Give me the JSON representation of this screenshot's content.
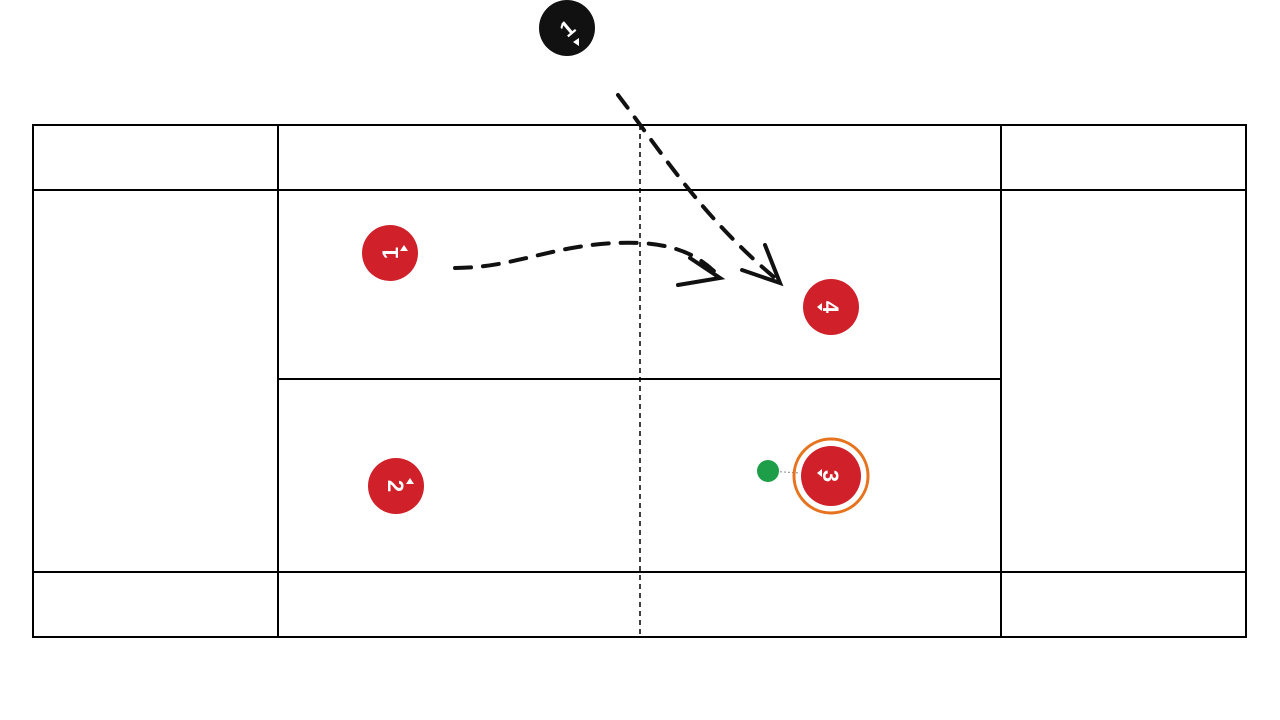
{
  "diagram": {
    "type": "tennis-court-play",
    "colors": {
      "player": "#d0202a",
      "coach": "#111111",
      "selected_ring": "#e8731e",
      "handle": "#1e9e48",
      "lines": "#000000"
    },
    "players": [
      {
        "label": "1",
        "team": "red"
      },
      {
        "label": "2",
        "team": "red"
      },
      {
        "label": "3",
        "team": "red",
        "selected": true
      },
      {
        "label": "4",
        "team": "red"
      }
    ],
    "ball_feeder": {
      "label": "1",
      "team": "black"
    },
    "arrows": [
      {
        "from": "player-1",
        "to": "player-4-area",
        "style": "dashed"
      },
      {
        "from": "ball-feeder-1",
        "to": "player-4-area",
        "style": "dashed"
      }
    ]
  }
}
